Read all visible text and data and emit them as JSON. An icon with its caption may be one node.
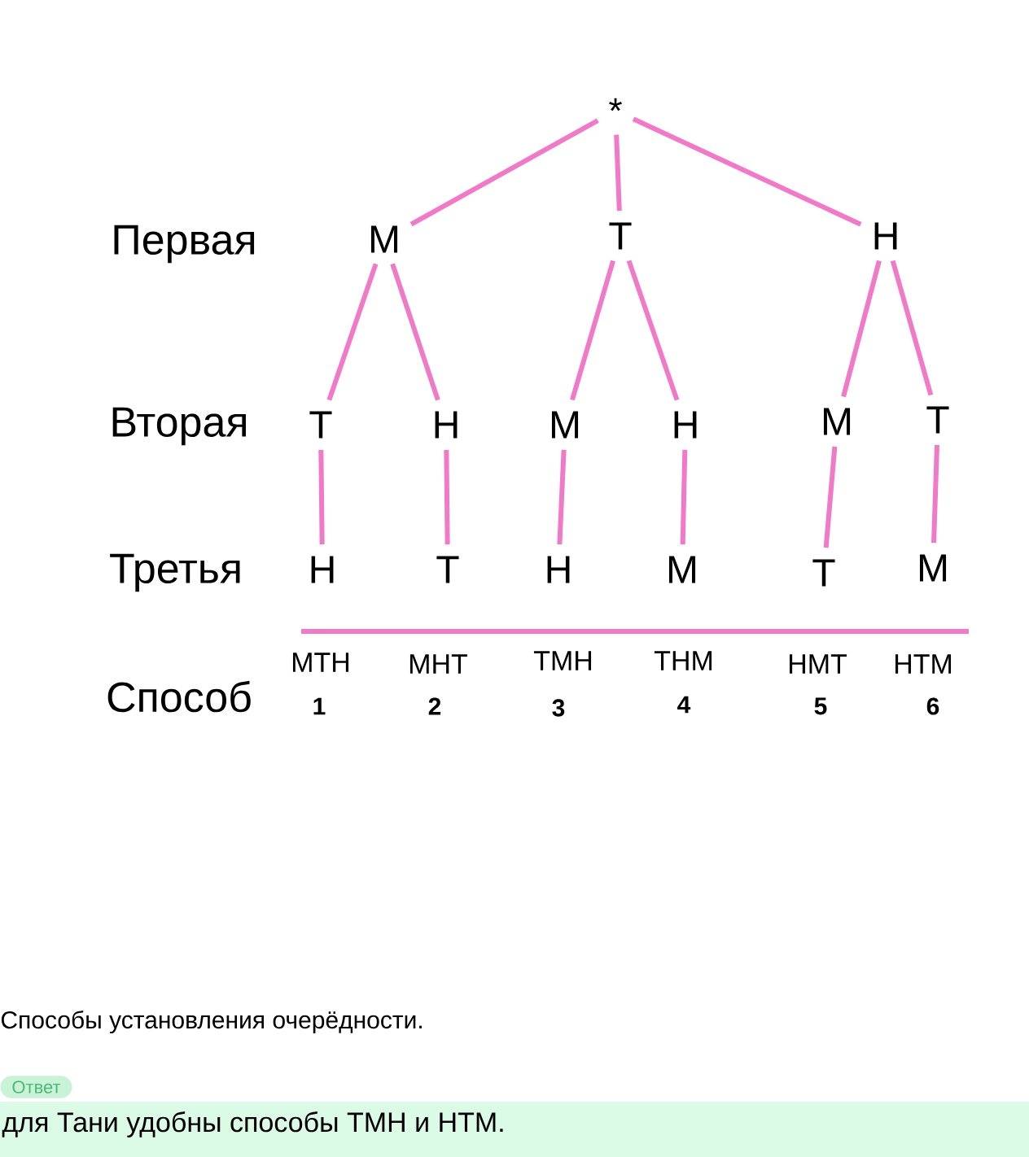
{
  "diagram": {
    "caption": "Способы установления очерёдности.",
    "nodes": [
      {
        "text": [
          "*"
        ]
      },
      {
        "text": [
          "М"
        ]
      },
      {
        "text": [
          "Т"
        ]
      },
      {
        "text": [
          "Н"
        ]
      },
      {
        "text": [
          "Т"
        ]
      },
      {
        "text": [
          "Н"
        ]
      },
      {
        "text": [
          "М"
        ]
      },
      {
        "text": [
          "Н"
        ]
      },
      {
        "text": [
          "М"
        ]
      },
      {
        "text": [
          "Т"
        ]
      },
      {
        "text": [
          "Н"
        ]
      },
      {
        "text": [
          "Т"
        ]
      },
      {
        "text": [
          "Н"
        ]
      },
      {
        "text": [
          "М"
        ]
      },
      {
        "text": [
          "Т"
        ]
      },
      {
        "text": [
          "М"
        ]
      }
    ],
    "edges": [
      {
        "from": 0,
        "to": 1,
        "arrow": "none"
      },
      {
        "from": 0,
        "to": 2,
        "arrow": "none"
      },
      {
        "from": 0,
        "to": 3,
        "arrow": "none"
      },
      {
        "from": 1,
        "to": 4,
        "arrow": "none"
      },
      {
        "from": 1,
        "to": 5,
        "arrow": "none"
      },
      {
        "from": 2,
        "to": 6,
        "arrow": "none"
      },
      {
        "from": 2,
        "to": 7,
        "arrow": "none"
      },
      {
        "from": 3,
        "to": 8,
        "arrow": "none"
      },
      {
        "from": 3,
        "to": 9,
        "arrow": "none"
      },
      {
        "from": 4,
        "to": 10,
        "arrow": "none"
      },
      {
        "from": 5,
        "to": 11,
        "arrow": "none"
      },
      {
        "from": 6,
        "to": 12,
        "arrow": "none"
      },
      {
        "from": 7,
        "to": 13,
        "arrow": "none"
      },
      {
        "from": 8,
        "to": 14,
        "arrow": "none"
      },
      {
        "from": 9,
        "to": 15,
        "arrow": "none"
      }
    ],
    "labels": [
      "Первая",
      "Вторая",
      "Третья",
      "Способ",
      "МТН",
      "МНТ",
      "ТМН",
      "ТНМ",
      "НМТ",
      "НТМ",
      "1",
      "2",
      "3",
      "4",
      "5",
      "6",
      "Ответ",
      "для Тани удобны способы ТМН и НТМ."
    ]
  }
}
